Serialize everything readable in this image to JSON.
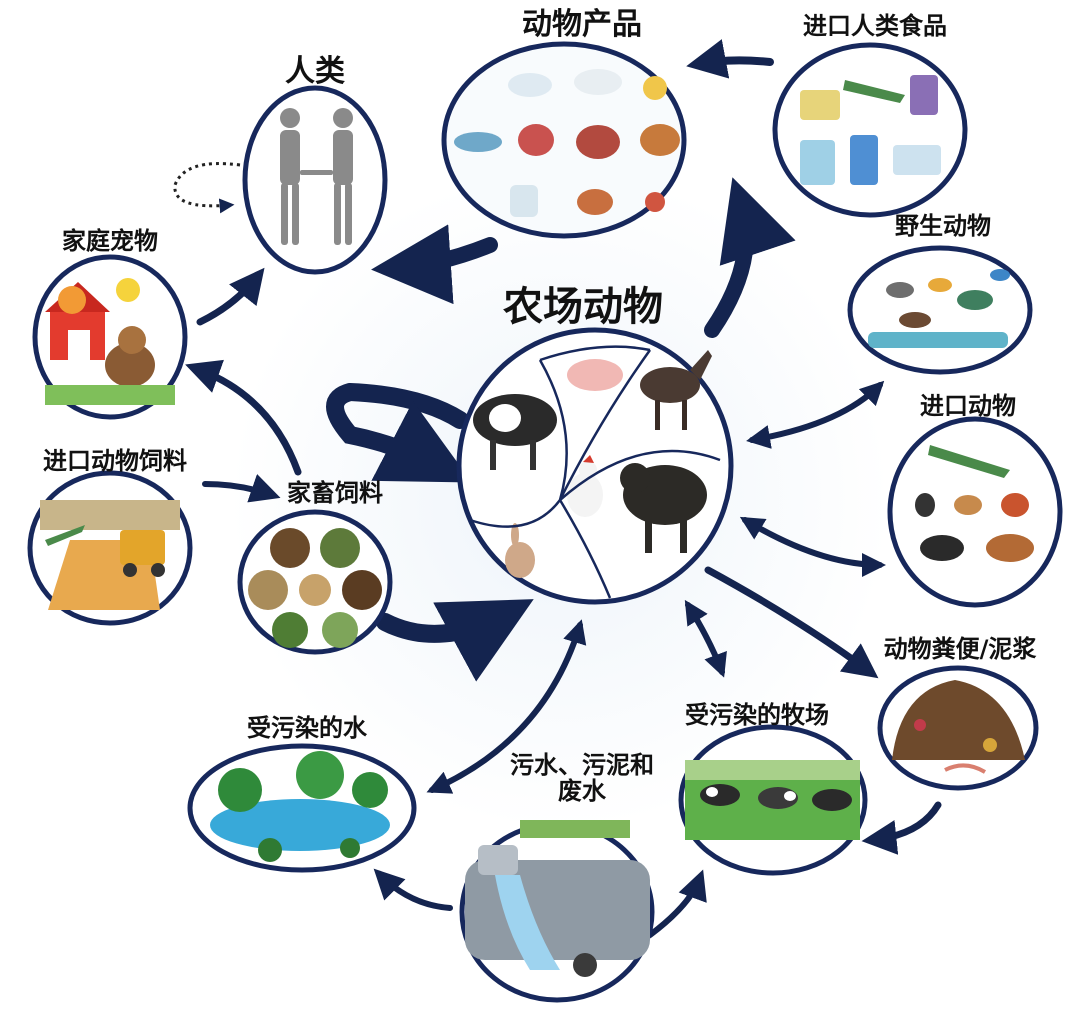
{
  "colors": {
    "node_border": "#17285c",
    "arrow": "#14244f",
    "watermark": "#e9eff6"
  },
  "nodes": {
    "farm": {
      "label": "农场动物"
    },
    "human": {
      "label": "人类"
    },
    "animal_products": {
      "label": "动物产品"
    },
    "imported_food": {
      "label": "进口人类食品"
    },
    "wildlife": {
      "label": "野生动物"
    },
    "imported_animals": {
      "label": "进口动物"
    },
    "manure": {
      "label": "动物粪便/泥浆"
    },
    "contaminated_pasture": {
      "label": "受污染的牧场"
    },
    "sewage": {
      "label": "污水、污泥和废水"
    },
    "contaminated_water": {
      "label": "受污染的水"
    },
    "livestock_feed": {
      "label": "家畜饲料"
    },
    "imported_feed": {
      "label": "进口动物饲料"
    },
    "pets": {
      "label": "家庭宠物"
    }
  }
}
